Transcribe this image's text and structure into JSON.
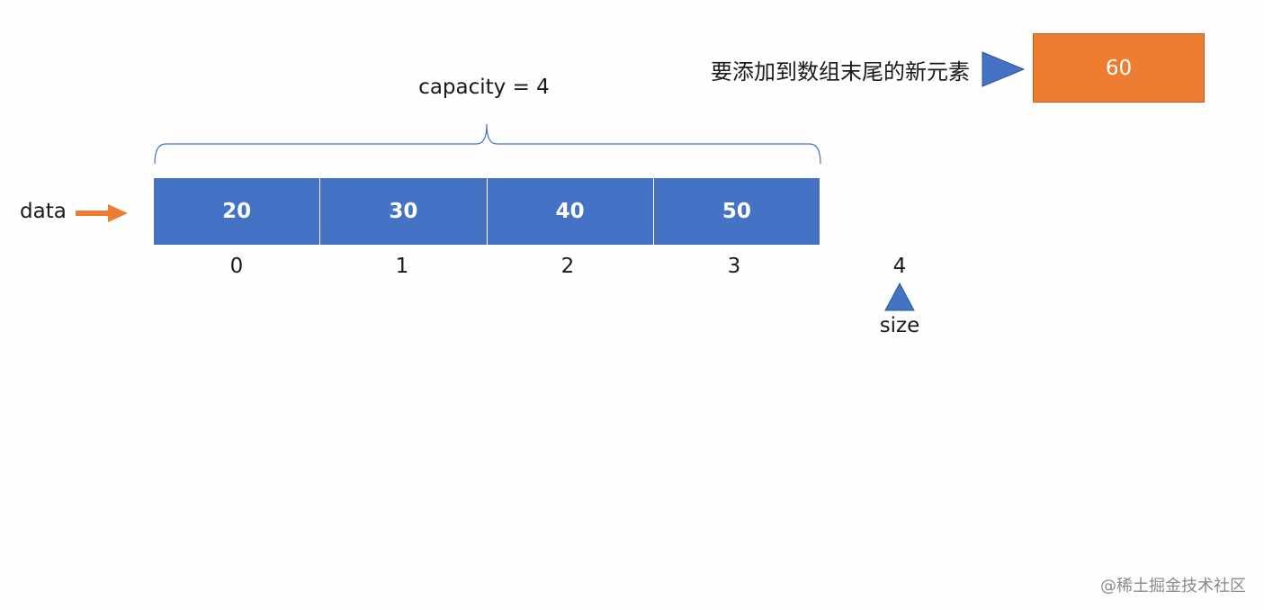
{
  "capacity_label": "capacity = 4",
  "pointer_label": "data",
  "array_cells": [
    "20",
    "30",
    "40",
    "50"
  ],
  "indices": [
    "0",
    "1",
    "2",
    "3",
    "4"
  ],
  "size_label": "size",
  "new_element": {
    "label": "要添加到数组末尾的新元素",
    "value": "60"
  },
  "watermark": "@稀土掘金技术社区",
  "colors": {
    "cell": "#4472c4",
    "arrow_orange": "#ed7d31",
    "marker_blue": "#4472c4",
    "brace": "#4472c4",
    "new_element": "#ed7d31"
  }
}
